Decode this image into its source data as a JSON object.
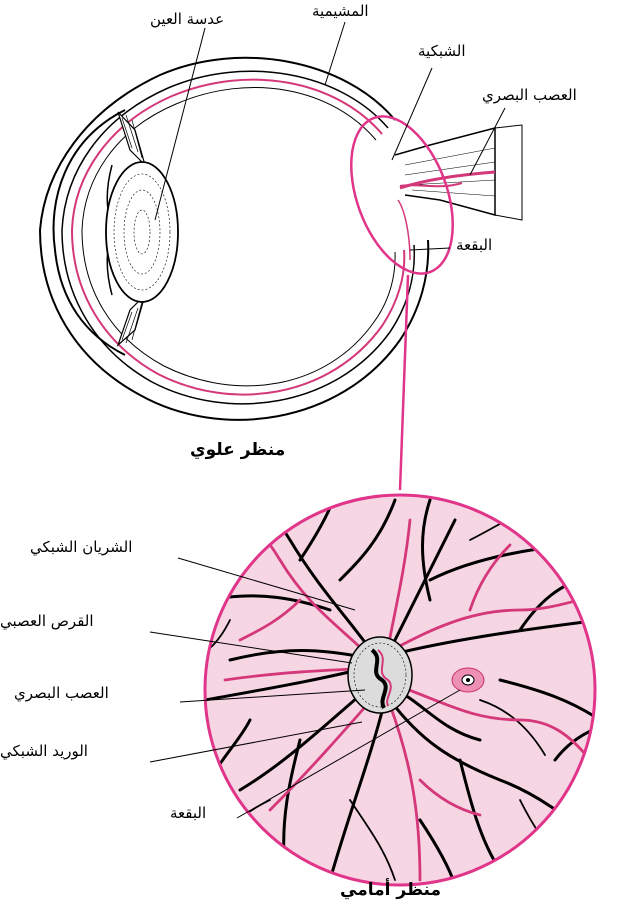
{
  "top_view": {
    "caption": "منظر علوي",
    "labels": {
      "lens": "عدسة العين",
      "choroid": "المشيمية",
      "retina": "الشبكية",
      "optic_nerve": "العصب البصري",
      "macula": "البقعة"
    }
  },
  "front_view": {
    "caption": "منظر أمامي",
    "labels": {
      "retinal_artery": "الشريان الشبكي",
      "optic_disc": "القرص العصبي",
      "optic_nerve": "العصب البصري",
      "retinal_vein": "الوريد الشبكي",
      "macula": "البقعة"
    }
  },
  "colors": {
    "outline": "#000000",
    "retina_pink": "#d4387a",
    "magnifier": "#e0358a",
    "fundus_fill": "#f7d6e3",
    "macula_fill": "#ee8fb4"
  }
}
